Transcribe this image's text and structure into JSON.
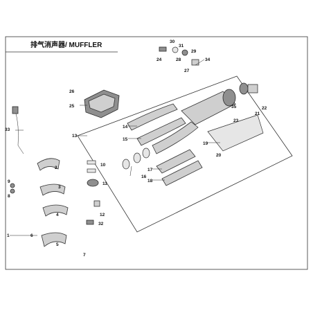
{
  "title": "排气消声器/ MUFFLER",
  "callouts": [
    "1",
    "2",
    "3",
    "4",
    "5",
    "6",
    "7",
    "8",
    "9",
    "10",
    "11",
    "12",
    "13",
    "14",
    "15",
    "16",
    "17",
    "18",
    "19",
    "20",
    "21",
    "22",
    "23",
    "24",
    "25",
    "26",
    "27",
    "28",
    "29",
    "30",
    "31",
    "32",
    "33",
    "34",
    "35"
  ],
  "colors": {
    "line": "#333333",
    "part_fill": "#cfcfcf",
    "dark_fill": "#8f8f8f",
    "background": "#ffffff"
  }
}
